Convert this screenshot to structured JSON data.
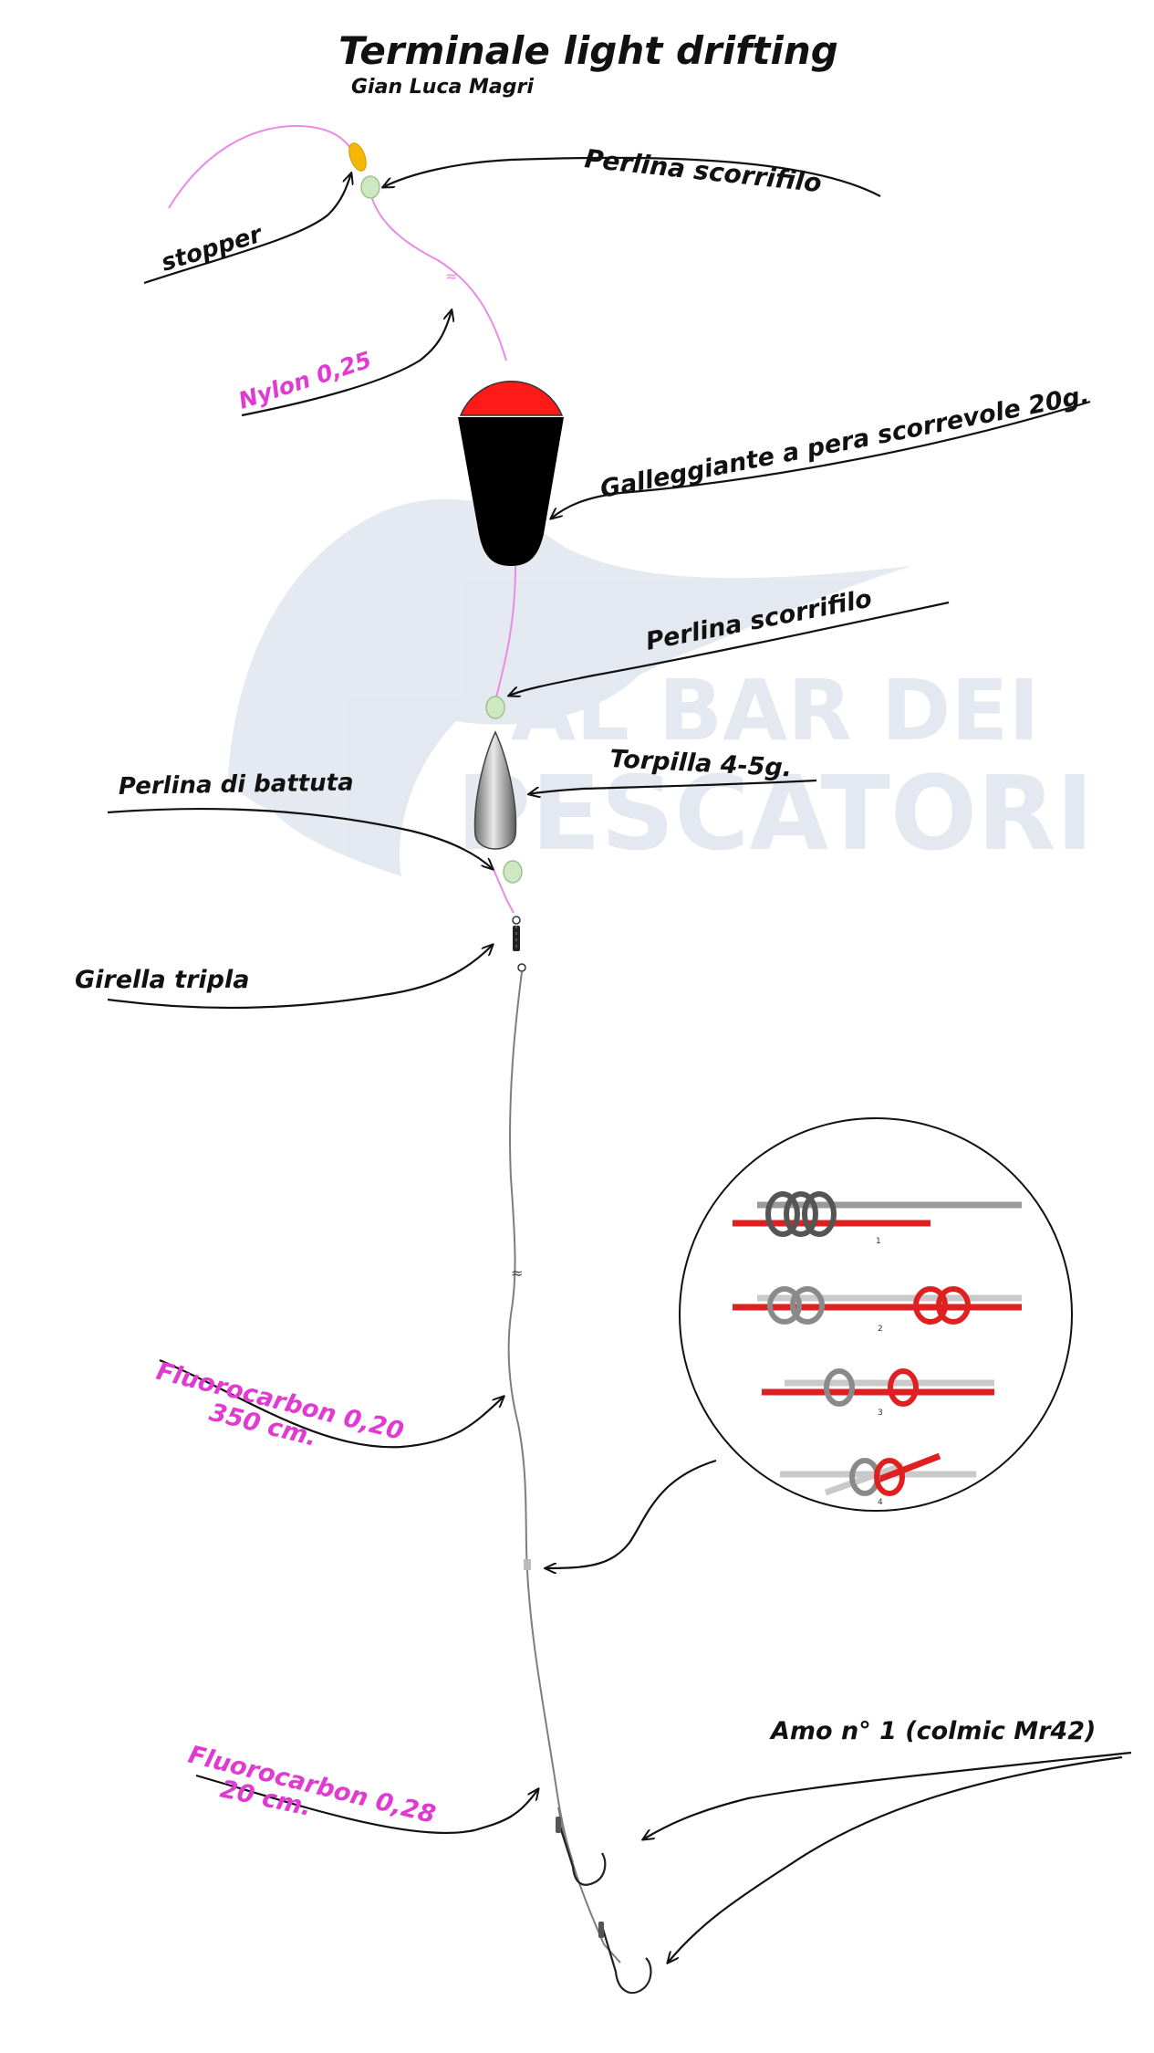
{
  "title": "Terminale light drifting",
  "author": "Gian Luca Magri",
  "watermark": {
    "line1": "AL BAR DEI",
    "line2": "PESCATORI"
  },
  "labels": {
    "stopper": "stopper",
    "perlina_top": "Perlina scorrifilo",
    "nylon": "Nylon 0,25",
    "galleggiante": "Galleggiante a pera scorrevole 20g.",
    "perlina_mid": "Perlina scorrifilo",
    "torpilla": "Torpilla 4-5g.",
    "perlina_battuta": "Perlina di battuta",
    "girella": "Girella tripla",
    "fluoro1_l1": "Fluorocarbon 0,20",
    "fluoro1_l2": "350 cm.",
    "fluoro2_l1": "Fluorocarbon 0,28",
    "fluoro2_l2": "20 cm.",
    "amo": "Amo n° 1 (colmic Mr42)"
  },
  "knot_steps": [
    "1",
    "2",
    "3",
    "4"
  ],
  "colors": {
    "nylon_line": "#e88be6",
    "float_top": "#ff1a1a",
    "float_bottom": "#000000",
    "stopper": "#f5b800",
    "bead": "#cfe8c2",
    "pink_text": "#e03ad0",
    "knot_red": "#e02020",
    "knot_grey": "#8a8a8a"
  }
}
